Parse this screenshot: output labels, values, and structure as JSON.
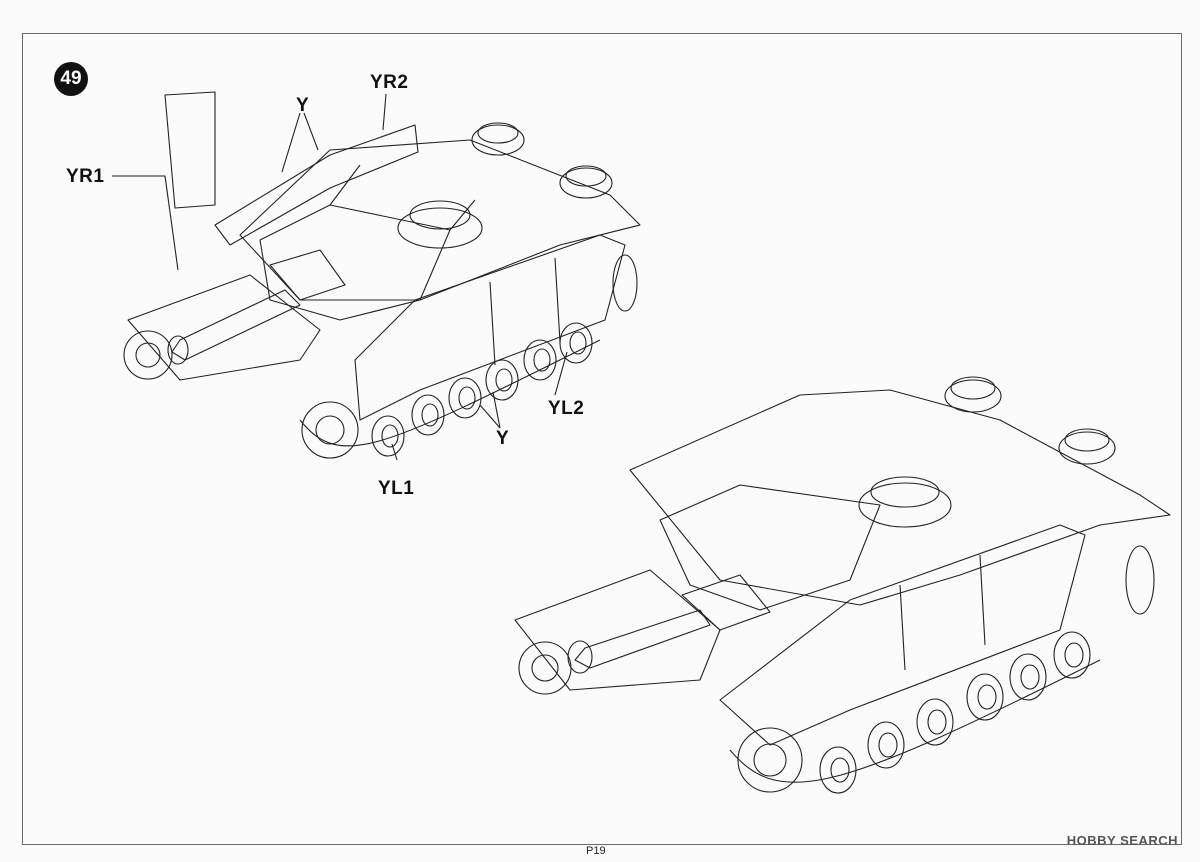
{
  "step_number": "49",
  "labels": {
    "yr1": "YR1",
    "yr2": "YR2",
    "y_top": "Y",
    "y_bottom": "Y",
    "yl1": "YL1",
    "yl2": "YL2"
  },
  "page_number": "P19",
  "watermark": "HOBBY SEARCH"
}
